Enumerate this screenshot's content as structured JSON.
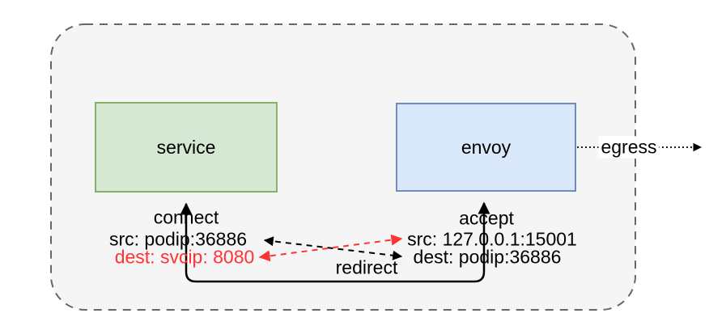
{
  "diagram": {
    "type": "service-mesh-sidecar-traffic-interception",
    "pod_boundary": {
      "shape": "dashed-rounded-rectangle",
      "fill": "#f5f5f5",
      "stroke": "#666666"
    }
  },
  "nodes": {
    "service": {
      "label": "service",
      "fill": "#d5e8d4",
      "border": "#82b366"
    },
    "envoy": {
      "label": "envoy",
      "fill": "#dae8fc",
      "border": "#6c8ebf"
    }
  },
  "labels": {
    "connect": "connect",
    "src_left": "src: podip:36886",
    "dest_left": "dest: svcip: 8080",
    "accept": "accept",
    "src_right": "src: 127.0.0.1:15001",
    "dest_right": "dest: podip:36886",
    "redirect": "redirect",
    "egress": "egress"
  },
  "colors": {
    "black": "#000000",
    "red": "#ff3333",
    "boundary_stroke": "#666666",
    "boundary_fill": "#f5f5f5"
  }
}
